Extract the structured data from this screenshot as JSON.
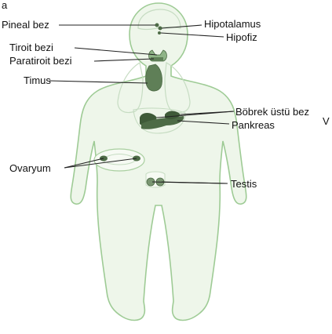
{
  "labels": {
    "corner_top": "a",
    "pineal": "Pineal bez",
    "tiroit": "Tiroit bezi",
    "paratiroit": "Paratiroit bezi",
    "timus": "Timus",
    "ovaryum": "Ovaryum",
    "hipotalamus": "Hipotalamus",
    "hipofiz": "Hipofiz",
    "bobrek": "Böbrek üstü bez",
    "pankreas": "Pankreas",
    "testis": "Testis",
    "right_edge": "V"
  },
  "colors": {
    "body_fill": "#eef6ea",
    "body_outline": "#9ecb95",
    "organ_outline": "#c6dcc2",
    "gland_fill": "#4d6b46",
    "gland_light": "#8fb487",
    "label_line": "#222222"
  }
}
